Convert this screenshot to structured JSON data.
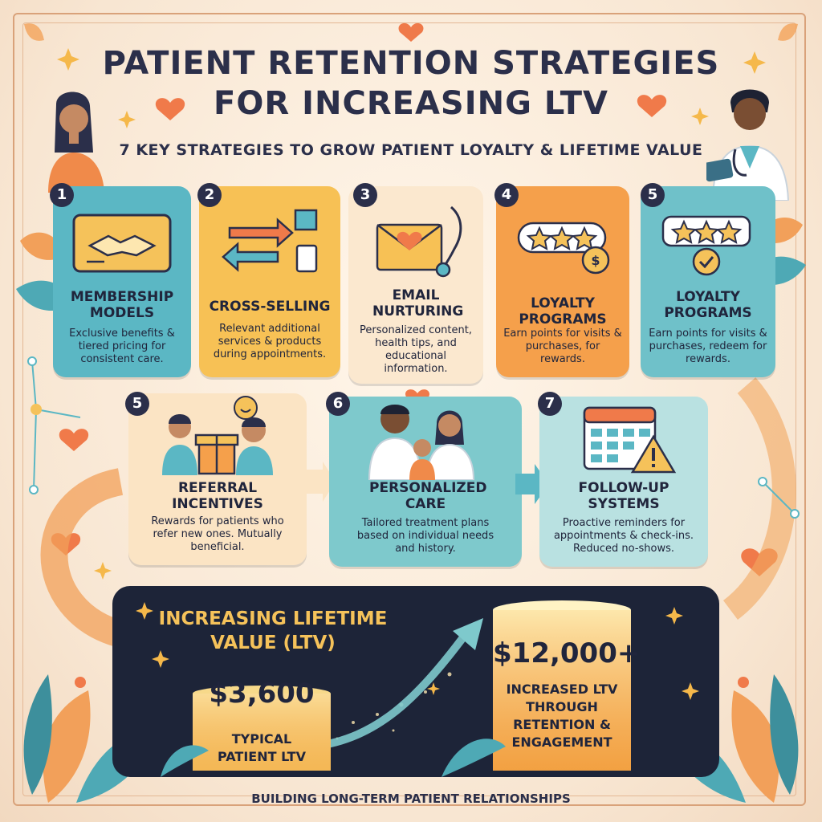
{
  "header": {
    "title_line1": "PATIENT RETENTION STRATEGIES",
    "title_line2": "FOR INCREASING LTV",
    "subtitle": "7 KEY STRATEGIES TO GROW PATIENT LOYALTY & LIFETIME VALUE"
  },
  "cards": [
    {
      "num": "1",
      "title": "MEMBERSHIP MODELS",
      "desc": "Exclusive benefits & tiered pricing for consistent care.",
      "color": "#5bb7c4",
      "icon": "handshake-icon"
    },
    {
      "num": "2",
      "title": "CROSS-SELLING",
      "desc": "Relevant additional services & products during appointments.",
      "color": "#f7c155",
      "icon": "exchange-arrows-icon"
    },
    {
      "num": "3",
      "title": "EMAIL NURTURING",
      "desc": "Personalized content, health tips, and educational information.",
      "color": "#fbe8cf",
      "icon": "envelope-heart-icon"
    },
    {
      "num": "4",
      "title": "LOYALTY PROGRAMS",
      "desc": "Earn points for visits & purchases, for rewards.",
      "color": "#f5a04b",
      "icon": "stars-coin-icon"
    },
    {
      "num": "5",
      "title": "LOYALTY PROGRAMS",
      "desc": "Earn points for visits & purchases, redeem for rewards.",
      "color": "#6fc1c9",
      "icon": "stars-check-icon"
    },
    {
      "num": "5",
      "title": "REFERRAL INCENTIVES",
      "desc": "Rewards for patients who refer new ones. Mutually beneficial.",
      "color": "#fbe4c4",
      "icon": "gift-people-icon"
    },
    {
      "num": "6",
      "title": "PERSONALIZED CARE",
      "desc": "Tailored treatment plans based on individual needs and history.",
      "color": "#7ec9cc",
      "icon": "care-team-icon"
    },
    {
      "num": "7",
      "title": "FOLLOW-UP SYSTEMS",
      "desc": "Proactive reminders for appointments & check-ins. Reduced no-shows.",
      "color": "#b9e1e1",
      "icon": "calendar-alert-icon"
    }
  ],
  "ltv": {
    "heading": "INCREASING LIFETIME VALUE (LTV)",
    "typical_value": "$3,600",
    "typical_label": "TYPICAL PATIENT LTV",
    "increased_value": "$12,000+",
    "increased_label": "INCREASED LTV THROUGH RETENTION & ENGAGEMENT"
  },
  "footer": "BUILDING LONG-TERM PATIENT RELATIONSHIPS",
  "colors": {
    "navy": "#2b2f4a",
    "gold": "#f5c25a",
    "orange": "#f08a3a",
    "teal": "#5bb7c4"
  }
}
